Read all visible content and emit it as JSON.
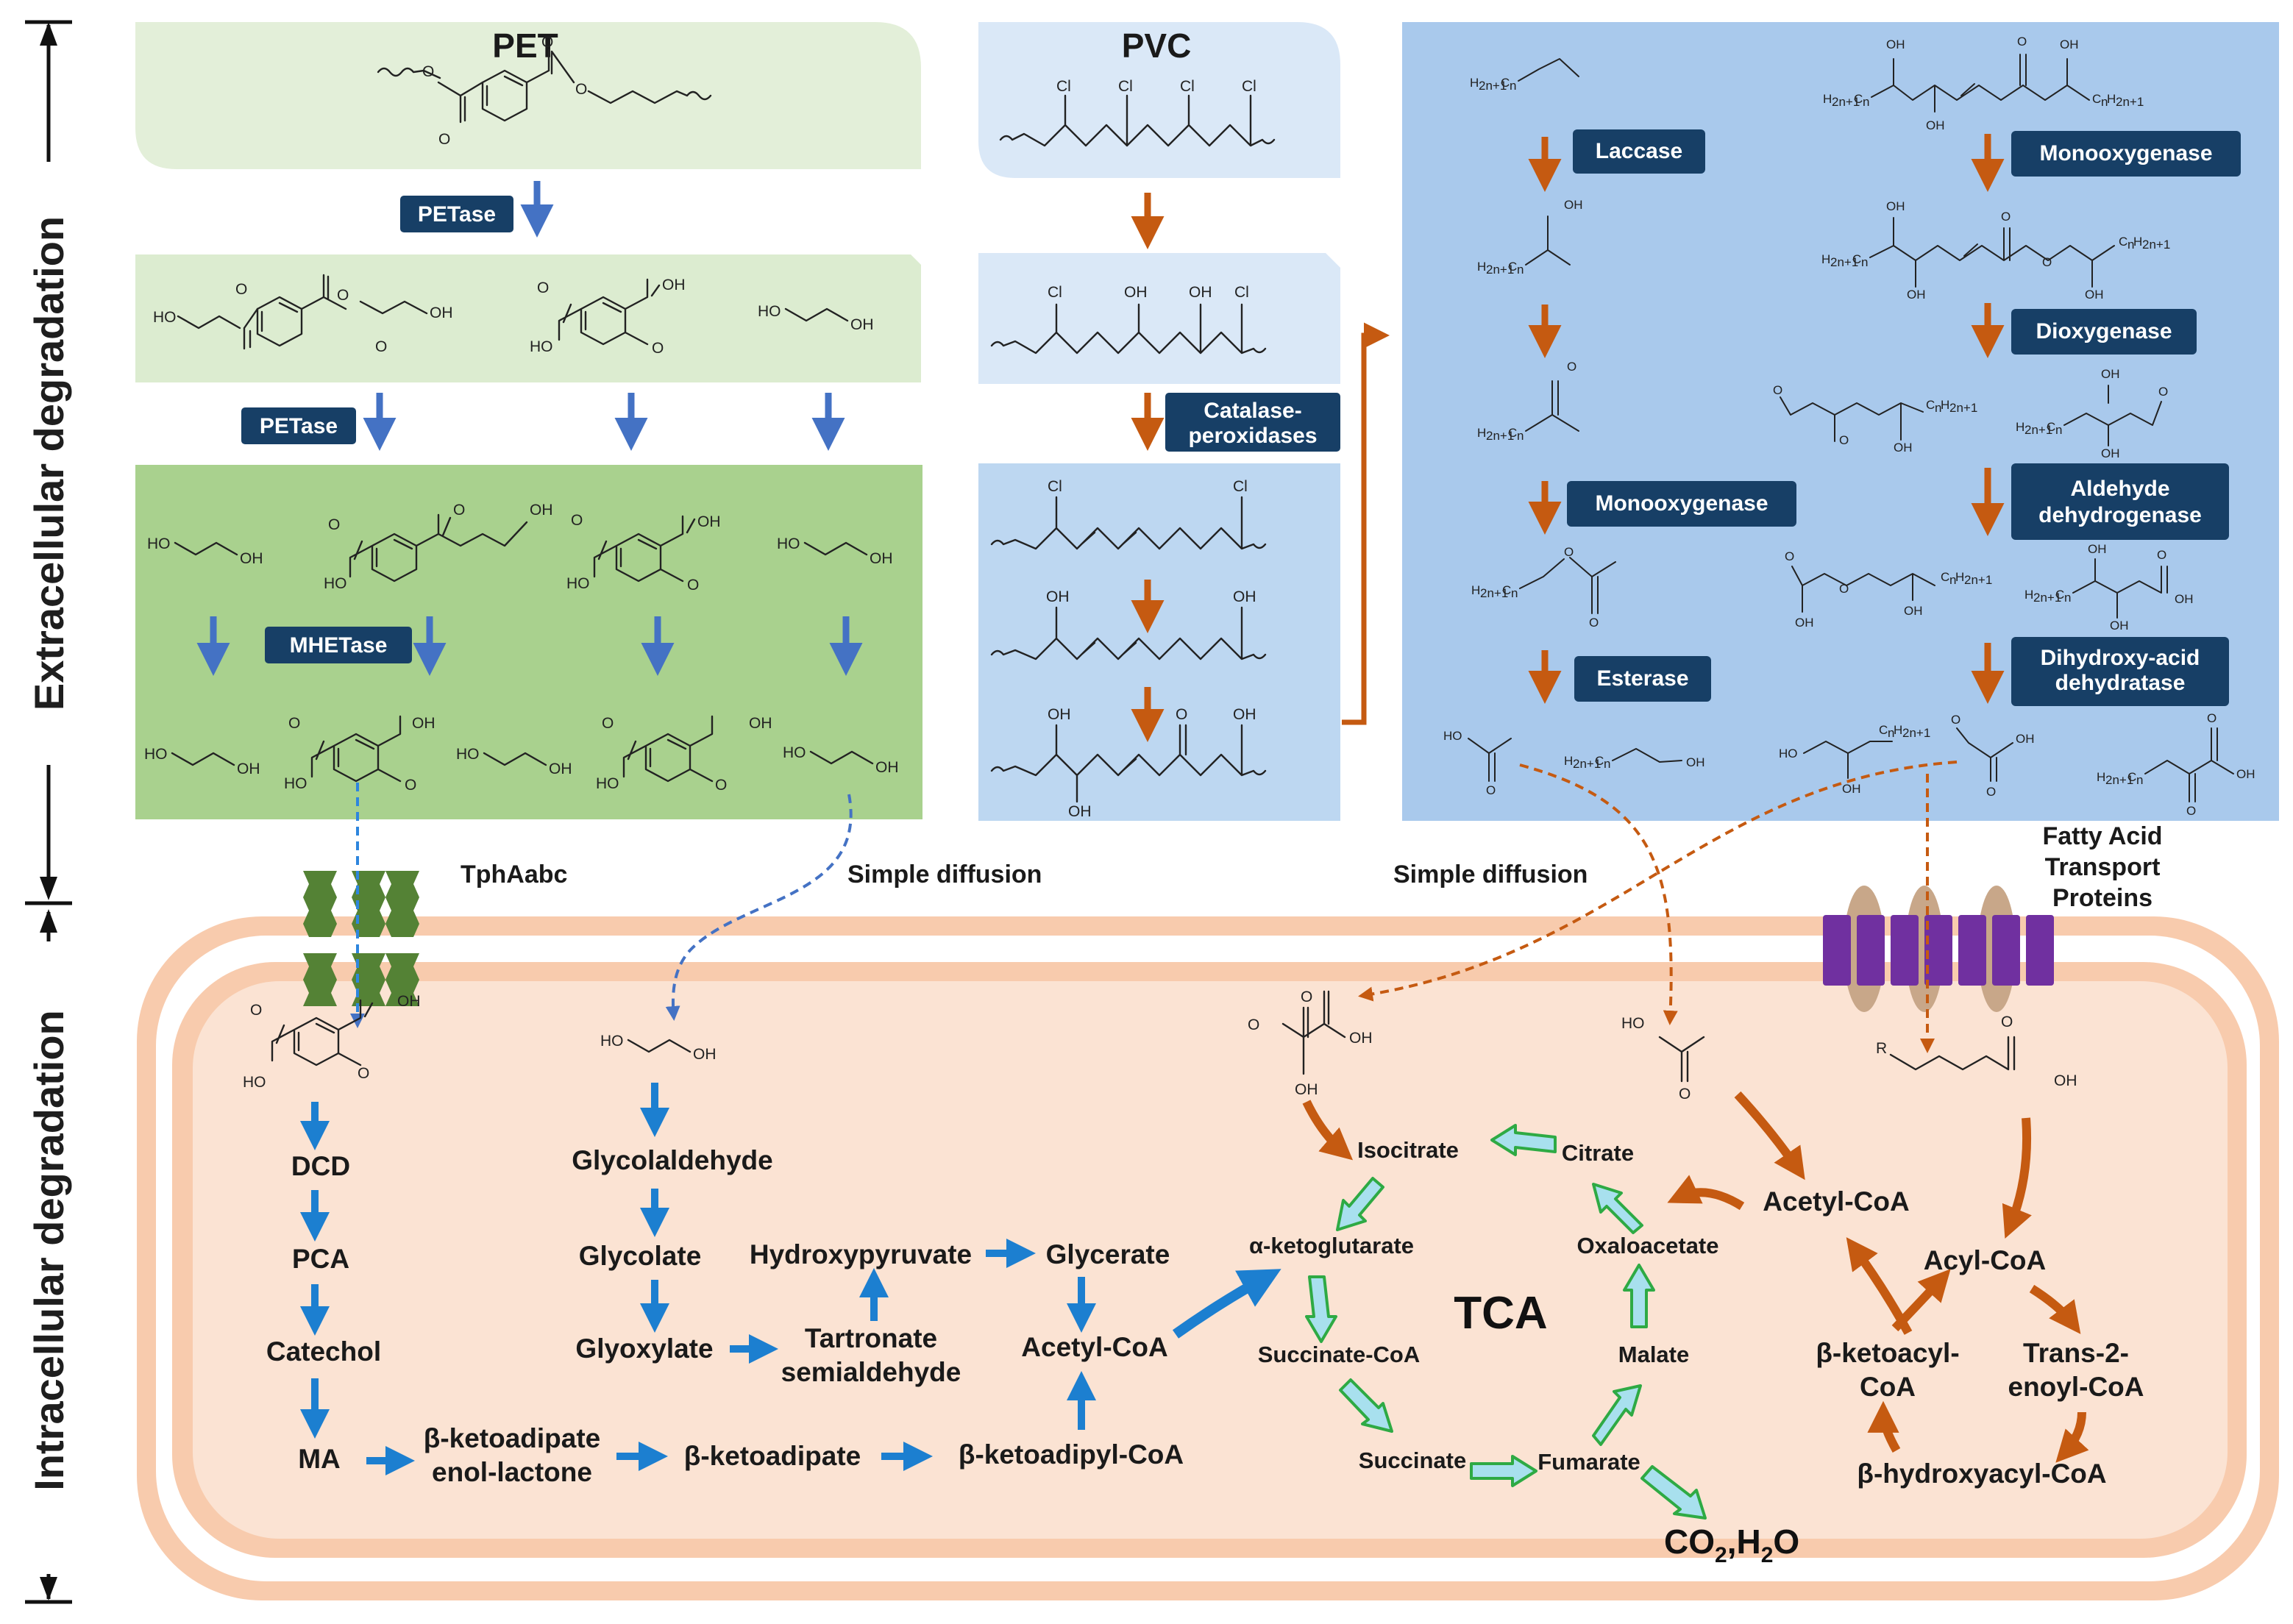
{
  "side_labels": {
    "extracellular": "Extracellular degradation",
    "intracellular": "Intracellular degradation"
  },
  "pet": {
    "title": "PET",
    "enzymes": [
      "PETase",
      "PETase",
      "MHETase"
    ]
  },
  "pvc": {
    "title": "PVC",
    "enzyme": "Catalase-\nperoxidases",
    "enzyme_line1": "Catalase-",
    "enzyme_line2": "peroxidases"
  },
  "pe_enzymes": {
    "left": [
      "Laccase",
      "Monooxygenase",
      "Esterase"
    ],
    "right": [
      "Monooxygenase",
      "Dioxygenase",
      "Aldehyde\ndehydrogenase",
      "Dihydroxy-acid\ndehydratase"
    ],
    "right_split": [
      [
        "Monooxygenase"
      ],
      [
        "Dioxygenase"
      ],
      [
        "Aldehyde",
        "dehydrogenase"
      ],
      [
        "Dihydroxy-acid",
        "dehydratase"
      ]
    ]
  },
  "transport": {
    "tph": "TphAabc",
    "diffusion_left": "Simple diffusion",
    "diffusion_right": "Simple diffusion",
    "fatp_lines": [
      "Fatty Acid",
      "Transport",
      "Proteins"
    ]
  },
  "chem_labels": {
    "cl": "Cl",
    "oh": "OH",
    "ho": "HO",
    "o": "O",
    "r": "R",
    "alkyl": "H2n+1Cn",
    "alkyl_sub": "2n+1",
    "alkyl_sub2": "n",
    "alkyl_right": "CnH2n+1"
  },
  "pathways": {
    "tpa": [
      "DCD",
      "PCA",
      "Catechol",
      "MA"
    ],
    "ketoadipate": [
      "β-ketoadipate\nenol-lactone",
      "β-ketoadipate",
      "β-ketoadipyl-CoA"
    ],
    "ketoadipate_enol_lines": [
      "β-ketoadipate",
      "enol-lactone"
    ],
    "glycol": [
      "Glycolaldehyde",
      "Glycolate",
      "Glyoxylate"
    ],
    "glycerate_branch": [
      "Hydroxypyruvate",
      "Glycerate",
      "Acetyl-CoA"
    ],
    "tartronate_lines": [
      "Tartronate",
      "semialdehyde"
    ]
  },
  "tca": {
    "title": "TCA",
    "cycle": [
      "Isocitrate",
      "Citrate",
      "α-ketoglutarate",
      "Oxaloacetate",
      "Succinate-CoA",
      "Malate",
      "Succinate",
      "Fumarate"
    ],
    "output": "CO2,H2O",
    "output_parts": [
      "CO",
      "2",
      ",H",
      "2",
      "O"
    ]
  },
  "beta_oxidation": {
    "acetyl": "Acetyl-CoA",
    "acyl": "Acyl-CoA",
    "ketoacyl_lines": [
      "β-ketoacyl-",
      "CoA"
    ],
    "enoyl_lines": [
      "Trans-2-",
      "enoyl-CoA"
    ],
    "hydroxyacyl": "β-hydroxyacyl-CoA"
  },
  "colors": {
    "pet_light": "#e3efd9",
    "pet_mid": "#dcecd0",
    "pet_dark": "#a9d18e",
    "pvc": "#dae8f7",
    "pe": "#a9c9ec",
    "cell_outer": "#f8cbad",
    "cell_inner": "#fbe3d3",
    "enzyme_box": "#173f66",
    "blue_arrow": "#4472c4",
    "orange_arrow": "#c55a11",
    "tca_arrow": "#6ccce6",
    "membrane_protein": "#7030a0",
    "tph_protein": "#548235"
  }
}
